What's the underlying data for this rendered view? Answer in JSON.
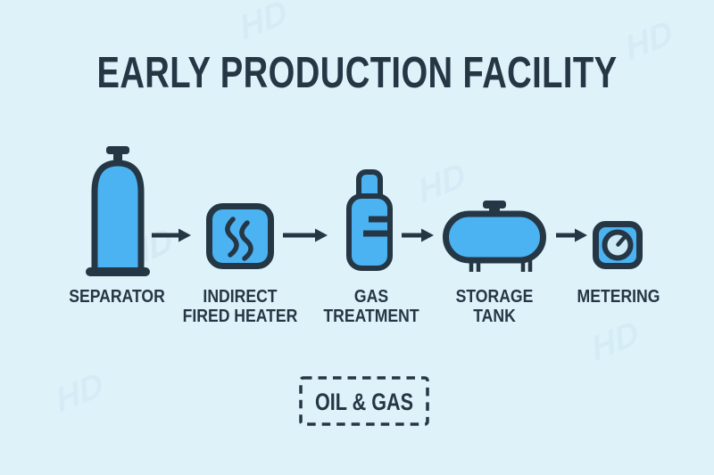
{
  "title": "EARLY PRODUCTION FACILITY",
  "flow": {
    "steps": [
      {
        "name": "separator",
        "line1": "SEPARATOR",
        "line2": "",
        "icon": "separator-vessel-icon"
      },
      {
        "name": "indirect-fired-heater",
        "line1": "INDIRECT",
        "line2": "FIRED HEATER",
        "icon": "indirect-fired-heater-icon"
      },
      {
        "name": "gas-treatment",
        "line1": "GAS",
        "line2": "TREATMENT",
        "icon": "gas-treatment-vessel-icon"
      },
      {
        "name": "storage-tank",
        "line1": "STORAGE",
        "line2": "TANK",
        "icon": "storage-tank-icon"
      },
      {
        "name": "metering",
        "line1": "METERING",
        "line2": "",
        "icon": "metering-gauge-icon"
      }
    ],
    "connector": "right-arrow"
  },
  "tag": {
    "label": "OIL & GAS"
  },
  "watermark": {
    "text": "HD"
  },
  "colors": {
    "background": "#def2fa",
    "icon_fill": "#4bb3f2",
    "outline": "#253745",
    "gauge_face": "#cde9f8"
  }
}
